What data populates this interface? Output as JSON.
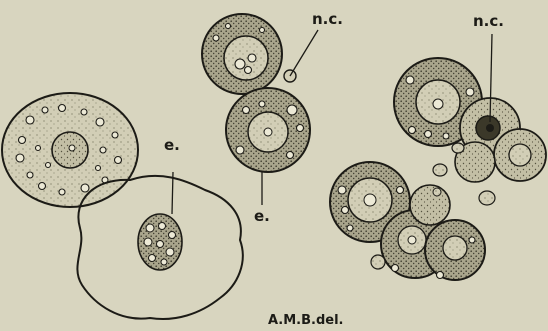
{
  "labels": {
    "nc_left": "n.c.",
    "nc_right": "n.c.",
    "e_left": "e.",
    "e_center": "e.",
    "signature": "A.M.B.del."
  },
  "colors": {
    "paper": "#d8d5bf",
    "ink": "#1c1b16",
    "stipple": "#a9a58c",
    "stipple_dark": "#8f8b72"
  }
}
